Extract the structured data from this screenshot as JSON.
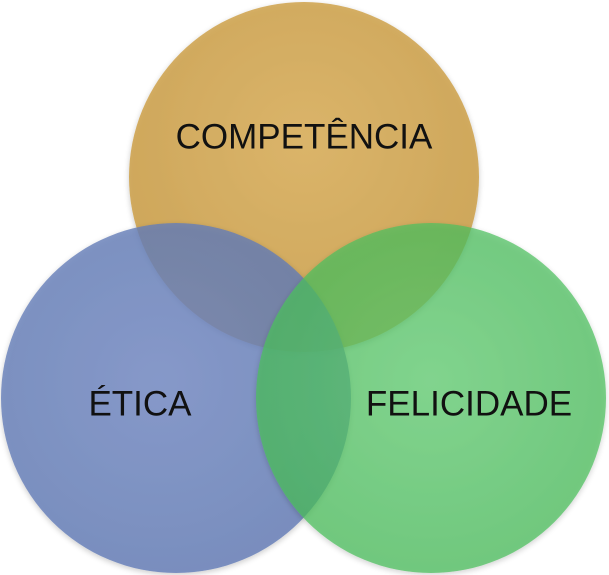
{
  "diagram": {
    "circles": [
      {
        "id": "competencia",
        "label": "COMPETÊNCIA",
        "color": "#d2a64e"
      },
      {
        "id": "etica",
        "label": "ÉTICA",
        "color": "#6a83bf"
      },
      {
        "id": "felicidade",
        "label": "FELICIDADE",
        "color": "#4fc461"
      }
    ]
  }
}
